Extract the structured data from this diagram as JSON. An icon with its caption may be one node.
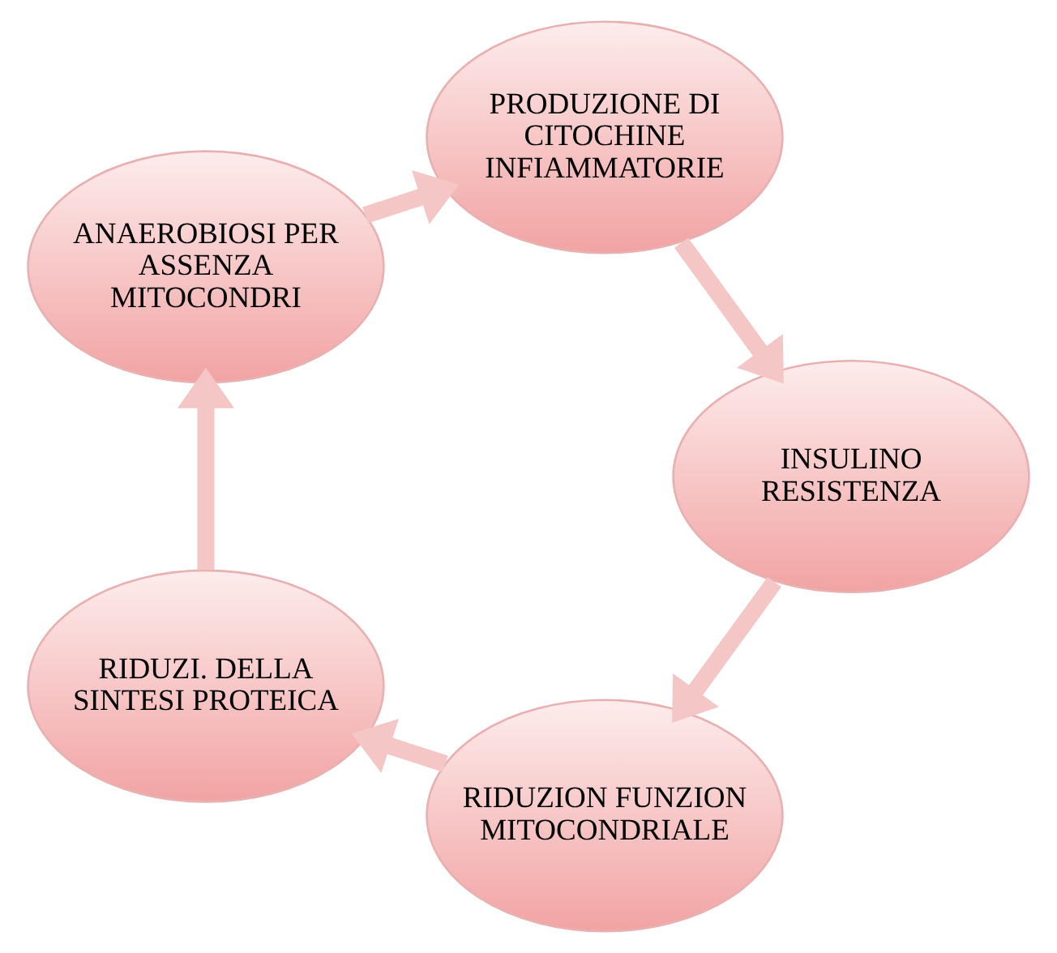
{
  "diagram": {
    "nodes": [
      {
        "text": [
          "RIDUZION FUNZION MITOCONDRIALE"
        ]
      },
      {
        "text": [
          "RIDUZI. DELLA SINTESI PROTEICA"
        ]
      },
      {
        "text": [
          "ANAEROBIOSI PER ASSENZA MITOCONDRI"
        ]
      },
      {
        "text": [
          "PRODUZIONE DI CITOCHINE INFIAMMATORIE"
        ]
      },
      {
        "text": [
          "INSULINO RESISTENZA"
        ]
      }
    ],
    "edges": [
      {
        "from": 0,
        "to": 1,
        "arrow": "to"
      },
      {
        "from": 1,
        "to": 2,
        "arrow": "to"
      },
      {
        "from": 2,
        "to": 3,
        "arrow": "to"
      },
      {
        "from": 3,
        "to": 4,
        "arrow": "to"
      },
      {
        "from": 4,
        "to": 0,
        "arrow": "to"
      }
    ]
  }
}
